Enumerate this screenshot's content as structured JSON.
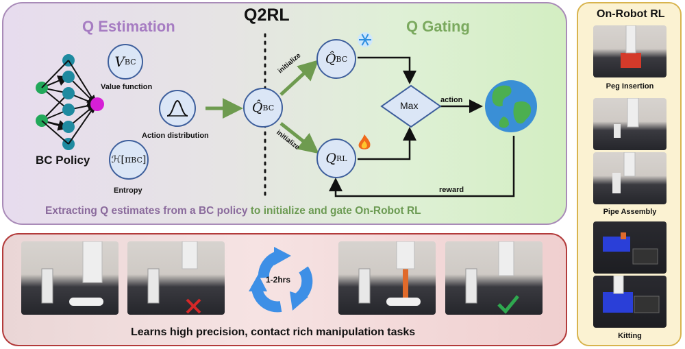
{
  "title": "Q2RL",
  "q_estimation": {
    "heading": "Q Estimation",
    "bc_policy": "BC Policy",
    "value_function": "Value function",
    "action_distribution": "Action distribution",
    "entropy": "Entropy"
  },
  "q_gating": {
    "heading": "Q Gating",
    "initialize_top": "initialize",
    "initialize_bottom": "initialize",
    "max": "Max",
    "action": "action",
    "reward": "reward"
  },
  "caption": {
    "part1": "Extracting Q estimates from a BC policy",
    "part2": " to initialize and gate On-Robot RL"
  },
  "bottom": {
    "cycle_label": "1-2hrs",
    "summary": "Learns high precision, contact rich manipulation tasks"
  },
  "side": {
    "title": "On-Robot RL",
    "tasks": [
      "Peg Insertion",
      "Pipe Assembly",
      "Kitting"
    ]
  },
  "colors": {
    "purple": "#a67cc2",
    "green": "#7aa95e",
    "arrow_green": "#6e9b4f",
    "node_blue": "#dbe6f6",
    "panel_red": "#b33b3b",
    "panel_gold": "#d8b44e"
  },
  "icons": [
    "snowflake-icon",
    "fire-icon",
    "earth-icon",
    "cycle-arrows-icon",
    "cross-icon",
    "check-icon",
    "bell-curve-icon"
  ]
}
